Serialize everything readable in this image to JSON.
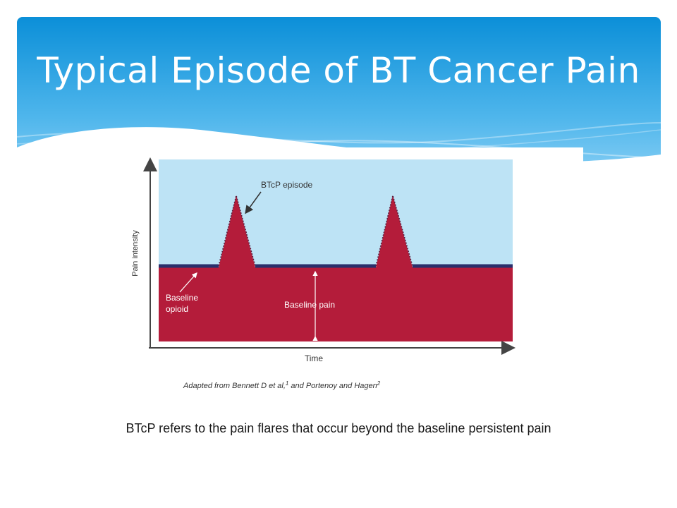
{
  "slide": {
    "title": "Typical Episode of BT Cancer Pain",
    "caption": "BTcP refers to the pain flares that occur beyond the baseline persistent pain"
  },
  "colors": {
    "header_top": "#0b8fd8",
    "header_bottom": "#9dd8f7",
    "sky_area": "#bde3f5",
    "pain_area": "#b41c3a",
    "baseline_line": "#2a2f6b",
    "axis": "#444444"
  },
  "diagram": {
    "y_axis_label": "Pain intensity",
    "x_axis_label": "Time",
    "episode_label": "BTcP episode",
    "baseline_opioid_label": [
      "Baseline",
      "opioid"
    ],
    "baseline_pain_label": "Baseline pain",
    "source_note": "Adapted from Bennett D et al,",
    "source_note_sup1": "1",
    "source_note_mid": " and Portenoy and Hagen",
    "source_note_sup2": "2"
  }
}
